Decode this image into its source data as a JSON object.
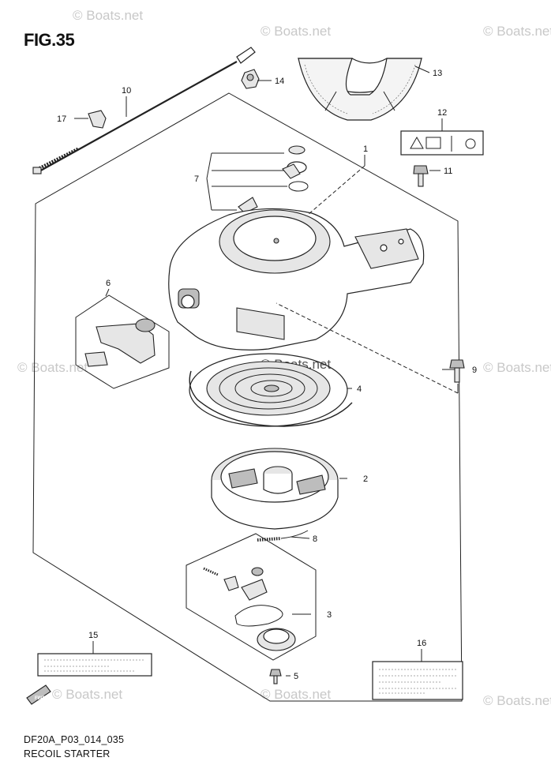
{
  "figure": {
    "title": "FIG.35",
    "code": "DF20A_P03_014_035",
    "caption": "RECOIL STARTER"
  },
  "watermark": {
    "text": "© Boats.net"
  },
  "callouts": {
    "p1": "1",
    "p2": "2",
    "p3": "3",
    "p4": "4",
    "p5": "5",
    "p6": "6",
    "p7": "7",
    "p8": "8",
    "p9": "9",
    "p10": "10",
    "p11": "11",
    "p12": "12",
    "p13": "13",
    "p14": "14",
    "p15": "15",
    "p16": "16",
    "p17": "17"
  },
  "fwd_label": "FWD"
}
